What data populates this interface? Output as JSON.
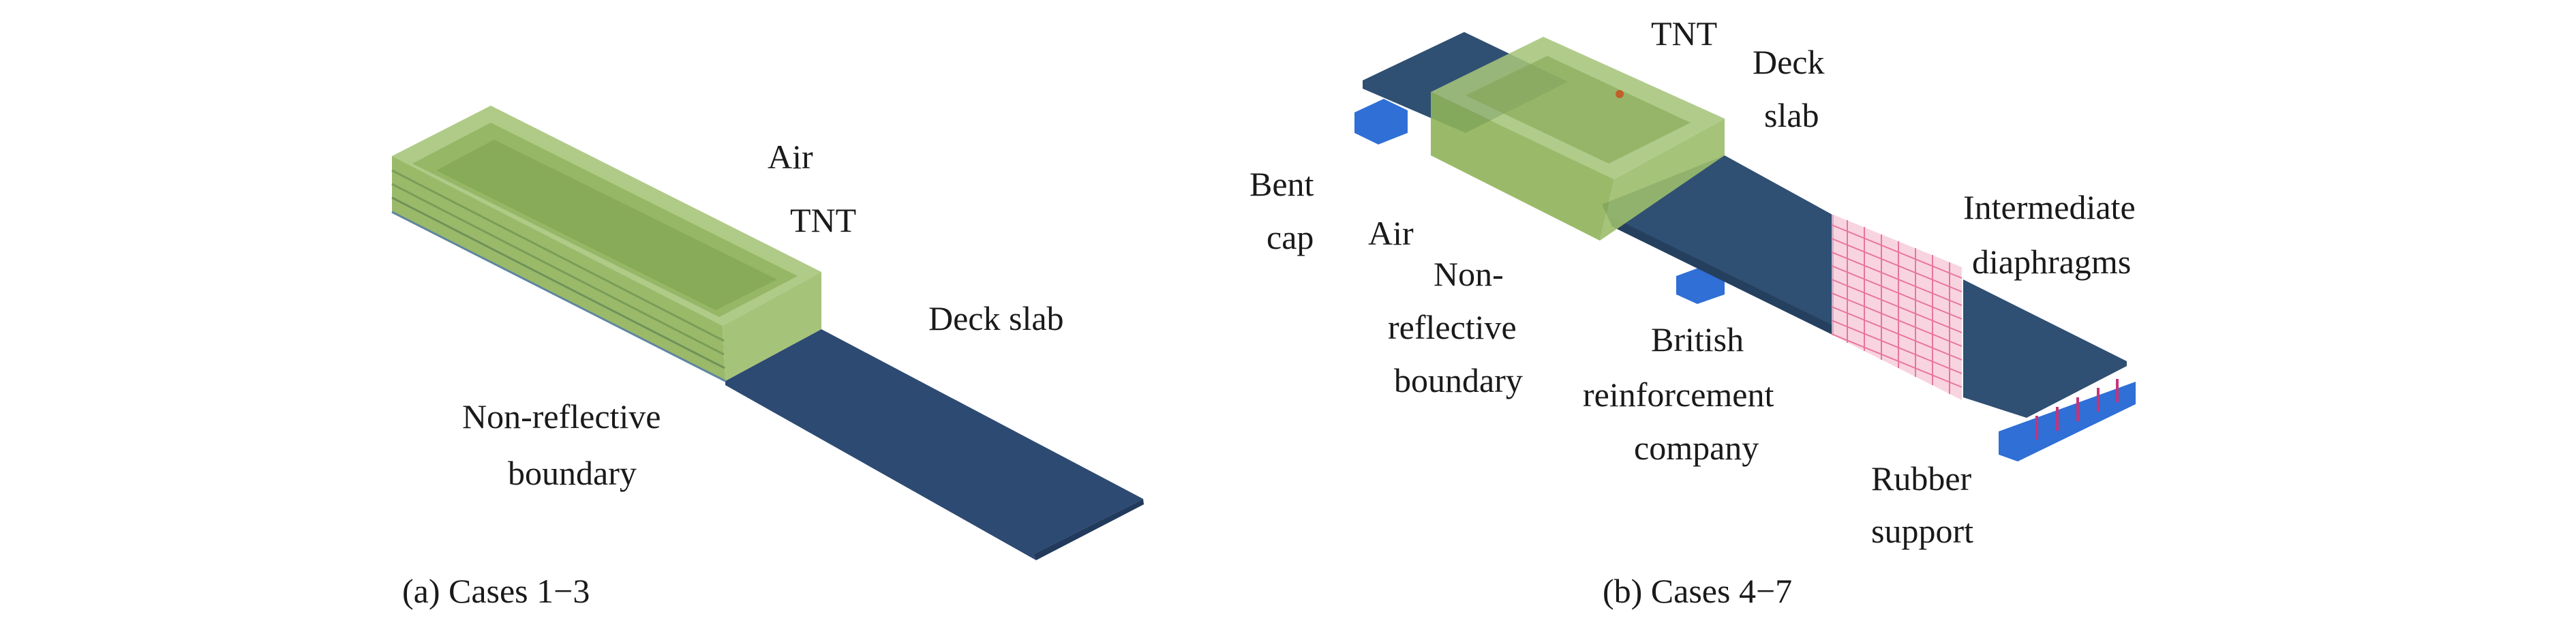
{
  "panel_a": {
    "labels": {
      "air": "Air",
      "tnt": "TNT",
      "deck_slab": "Deck slab",
      "boundary_line1": "Non-reflective",
      "boundary_line2": "boundary"
    },
    "caption": "(a) Cases 1−3"
  },
  "panel_b": {
    "labels": {
      "tnt": "TNT",
      "deck_line1": "Deck",
      "deck_line2": "slab",
      "bent_line1": "Bent",
      "bent_line2": "cap",
      "air": "Air",
      "boundary_line1": "Non-",
      "boundary_line2": "reflective",
      "boundary_line3": "boundary",
      "rebar_line1": "British",
      "rebar_line2": "reinforcement",
      "rebar_line3": "company",
      "diaphragm_line1": "Intermediate",
      "diaphragm_line2": "diaphragms",
      "rubber_line1": "Rubber",
      "rubber_line2": "support"
    },
    "caption": "(b) Cases 4−7"
  },
  "colors": {
    "air_green": "#8fb35a",
    "deck_blue": "#2f4f73",
    "support_blue": "#2f6fd6",
    "rebar_pink": "#e8759a",
    "tnt_orange": "#c0602a"
  }
}
